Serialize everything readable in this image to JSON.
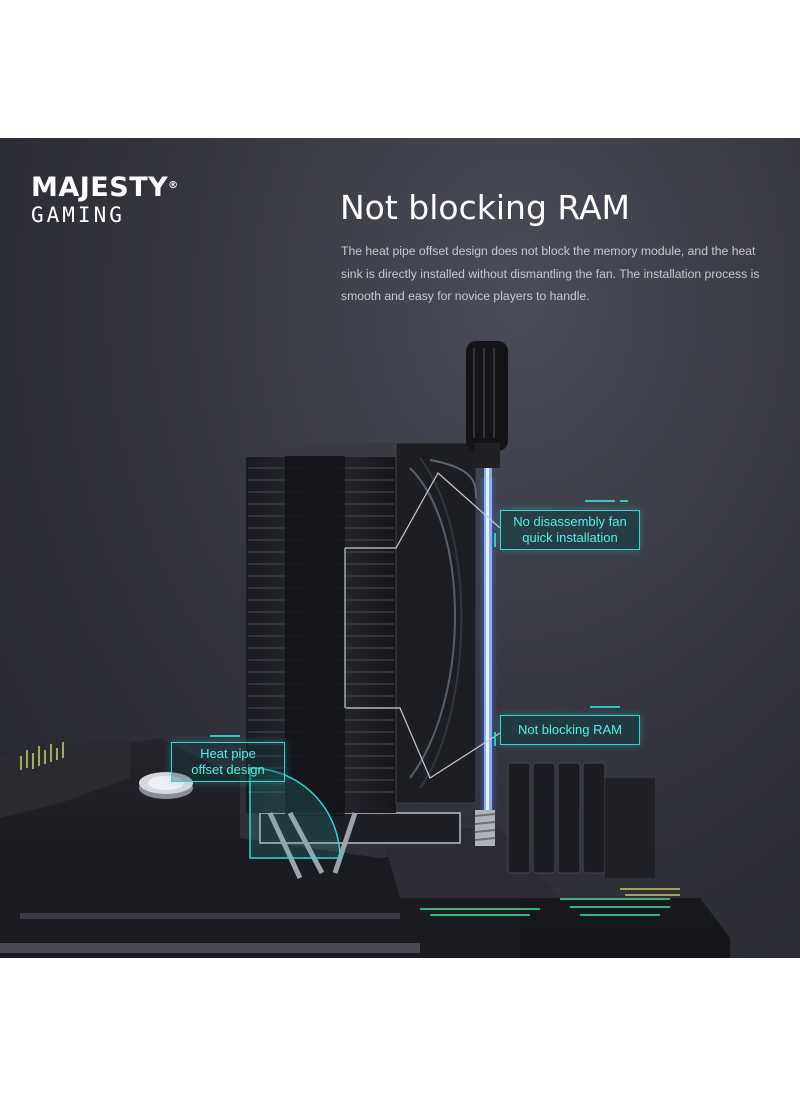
{
  "brand": {
    "line1": "MAJESTY",
    "registered": "®",
    "line2": "GAMING"
  },
  "headline": "Not blocking RAM",
  "description": "The heat pipe offset design does not block the memory module, and the heat sink is directly installed without dismantling the fan. The installation process is smooth and easy for novice players to handle.",
  "callouts": {
    "fan": {
      "line1": "No disassembly fan",
      "line2": "quick installation"
    },
    "ram": "Not blocking RAM",
    "pipe": {
      "line1": "Heat pipe",
      "line2": "offset design"
    }
  },
  "colors": {
    "panel": "#2f3038",
    "accent": "#2fd8d2",
    "text": "#ffffff",
    "blue_glow": "#3a7bff"
  }
}
